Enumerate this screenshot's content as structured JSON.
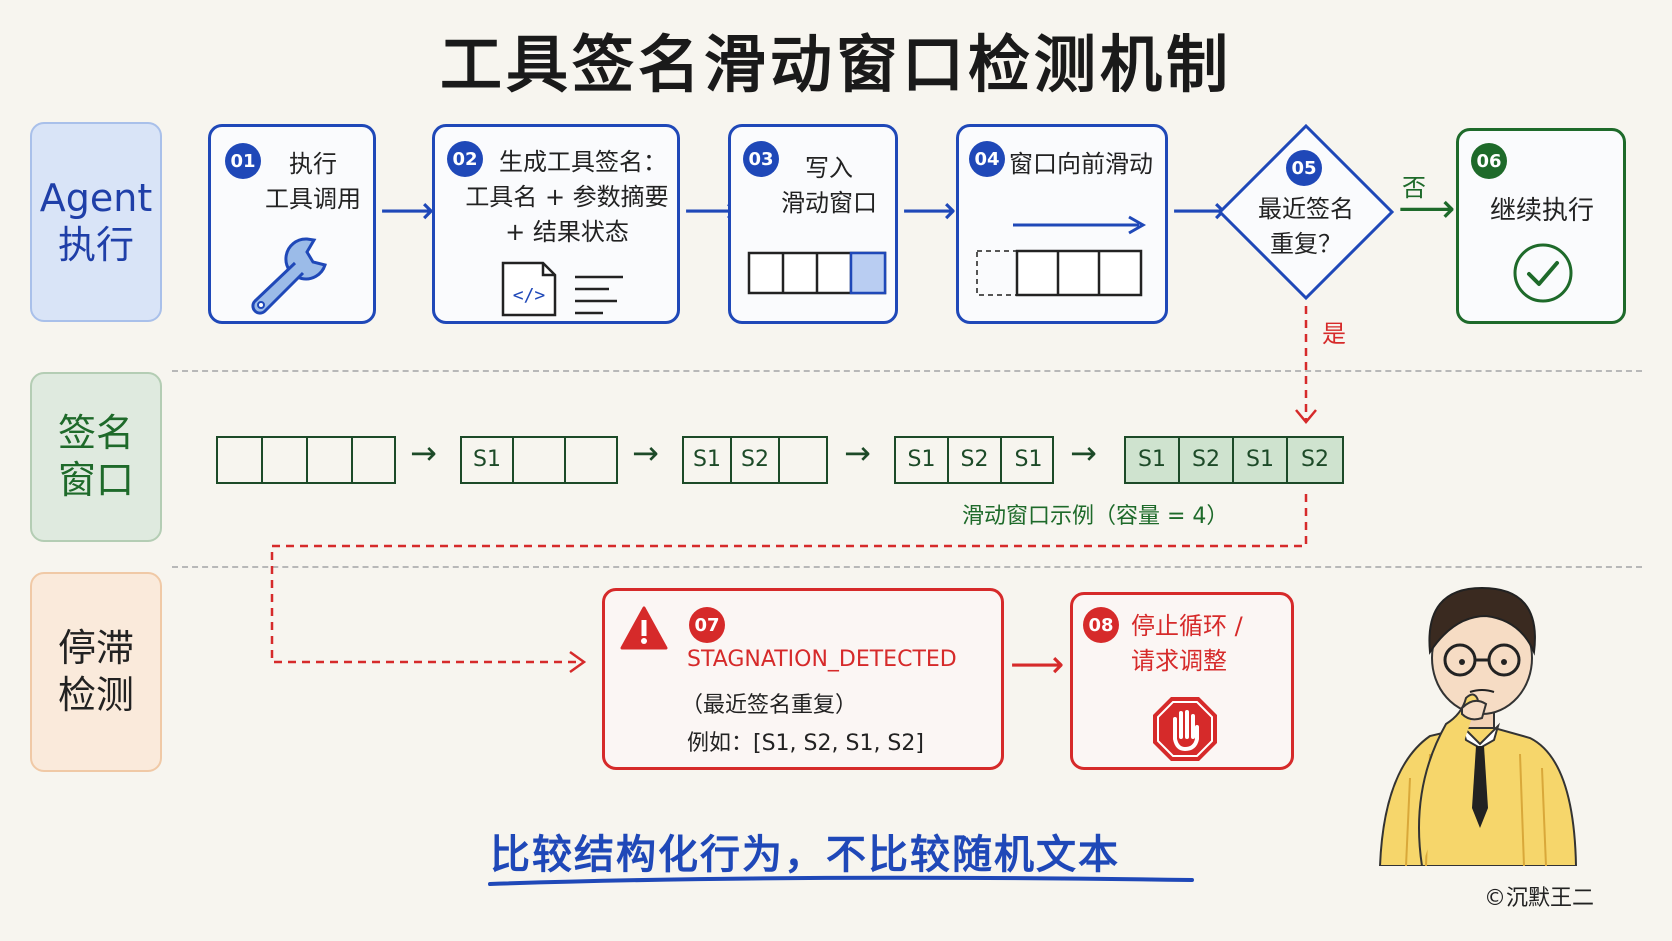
{
  "title": "工具签名滑动窗口检测机制",
  "lanes": {
    "agent": [
      "Agent",
      "执行"
    ],
    "window": [
      "签名",
      "窗口"
    ],
    "stall": [
      "停滞",
      "检测"
    ]
  },
  "steps": [
    {
      "num": "01",
      "lines": [
        "执行",
        "工具调用"
      ]
    },
    {
      "num": "02",
      "lines": [
        "生成工具签名：",
        "工具名 + 参数摘要",
        "+ 结果状态"
      ]
    },
    {
      "num": "03",
      "lines": [
        "写入",
        "滑动窗口"
      ]
    },
    {
      "num": "04",
      "lines": [
        "窗口向前滑动"
      ]
    },
    {
      "num": "05",
      "lines": [
        "最近签名",
        "重复？"
      ]
    },
    {
      "num": "06",
      "lines": [
        "继续执行"
      ]
    }
  ],
  "branch": {
    "no": "否",
    "yes": "是"
  },
  "windows": [
    [
      "",
      "",
      "",
      ""
    ],
    [
      "S1",
      "",
      ""
    ],
    [
      "S1",
      "S2",
      ""
    ],
    [
      "S1",
      "S2",
      "S1"
    ],
    [
      "S1",
      "S2",
      "S1",
      "S2"
    ]
  ],
  "window_caption": "滑动窗口示例（容量 = 4）",
  "detect": {
    "num": "07",
    "code": "STAGNATION_DETECTED",
    "desc": "（最近签名重复）",
    "example": "例如：[S1, S2, S1, S2]"
  },
  "stop": {
    "num": "08",
    "lines": [
      "停止循环 /",
      "请求调整"
    ]
  },
  "footer": "比较结构化行为，不比较随机文本",
  "credit": "©沉默王二",
  "colors": {
    "blue": "#1f48b8",
    "green": "#1e6a2a",
    "red": "#d62a2a"
  }
}
